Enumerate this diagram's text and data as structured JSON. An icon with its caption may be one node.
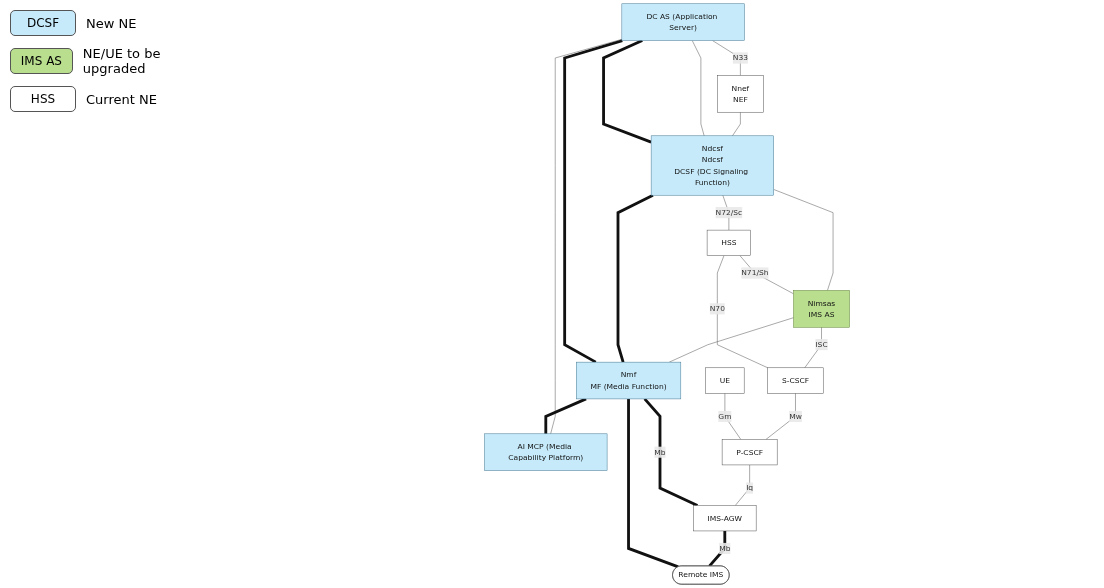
{
  "diagram": {
    "nodes": [
      {
        "text": [
          "DC AS (Application Server)"
        ]
      },
      {
        "text": [
          "Nnef",
          "NEF"
        ]
      },
      {
        "text": [
          "Ndcsf",
          "Ndcsf",
          "DCSF (DC Signaling Function)"
        ]
      },
      {
        "text": [
          "HSS"
        ]
      },
      {
        "text": [
          "Nimsas",
          "IMS AS"
        ]
      },
      {
        "text": [
          "Nmf",
          "MF (Media Function)"
        ]
      },
      {
        "text": [
          "AI MCP (Media Capability Platform)"
        ]
      },
      {
        "text": [
          "S-CSCF"
        ]
      },
      {
        "text": [
          "UE"
        ]
      },
      {
        "text": [
          "P-CSCF"
        ]
      },
      {
        "text": [
          "IMS-AGW"
        ]
      },
      {
        "text": [
          "Remote IMS"
        ]
      }
    ],
    "edges": [
      {
        "from": 0,
        "to": 1,
        "arrow": "none",
        "label": "N33"
      },
      {
        "from": 1,
        "to": 2,
        "arrow": "none"
      },
      {
        "from": 0,
        "to": 2,
        "arrow": "none"
      },
      {
        "from": 0,
        "to": 2,
        "arrow": "none",
        "style": "thick"
      },
      {
        "from": 2,
        "to": 3,
        "arrow": "none",
        "label": "N72/Sc"
      },
      {
        "from": 2,
        "to": 4,
        "arrow": "none"
      },
      {
        "from": 3,
        "to": 4,
        "arrow": "none",
        "label": "N71/Sh"
      },
      {
        "from": 4,
        "to": 5,
        "arrow": "none"
      },
      {
        "from": 2,
        "to": 5,
        "arrow": "none",
        "style": "thick"
      },
      {
        "from": 0,
        "to": 5,
        "arrow": "none",
        "style": "thick"
      },
      {
        "from": 0,
        "to": 6,
        "arrow": "none"
      },
      {
        "from": 5,
        "to": 6,
        "arrow": "none",
        "style": "thick"
      },
      {
        "from": 4,
        "to": 7,
        "arrow": "none",
        "label": "ISC"
      },
      {
        "from": 3,
        "to": 7,
        "arrow": "none",
        "label": "N70"
      },
      {
        "from": 7,
        "to": 9,
        "arrow": "none",
        "label": "Mw"
      },
      {
        "from": 8,
        "to": 9,
        "arrow": "none",
        "label": "Gm"
      },
      {
        "from": 9,
        "to": 10,
        "arrow": "none",
        "label": "Iq"
      },
      {
        "from": 10,
        "to": 11,
        "arrow": "none",
        "style": "thick",
        "label": "Mb"
      },
      {
        "from": 5,
        "to": 10,
        "arrow": "none",
        "style": "thick",
        "label": "Mb"
      },
      {
        "from": 5,
        "to": 11,
        "arrow": "none",
        "style": "thick"
      }
    ],
    "labels": [
      "DCSF",
      "IMS AS",
      "HSS"
    ],
    "legend": [
      {
        "text": "New NE",
        "color": "#c6eafa"
      },
      {
        "text": "NE/UE to be upgraded",
        "color": "#b9de8e"
      },
      {
        "text": "Current NE",
        "color": "#ffffff"
      }
    ]
  }
}
